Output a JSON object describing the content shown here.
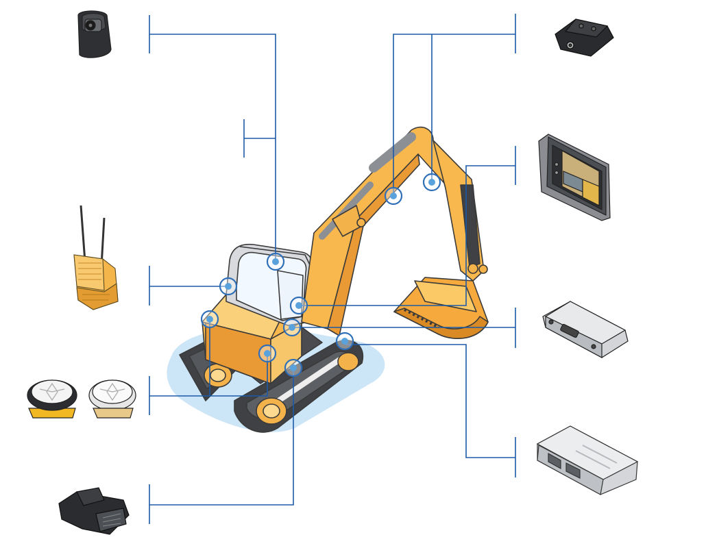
{
  "diagram": {
    "subject": "excavator",
    "colors": {
      "line": "#1b5aa8",
      "marker_ring": "#2f6fb7",
      "marker_fill": "#5aa2dc",
      "machine_body": "#f8b84e",
      "machine_shadow": "#e8952c",
      "track": "#3c3e42",
      "ground_glow": "#b9dcf4"
    },
    "components": [
      {
        "id": "camera",
        "icon": "camera-icon",
        "side": "left"
      },
      {
        "id": "radio-modem",
        "icon": "radio-modem-icon",
        "side": "left"
      },
      {
        "id": "gnss-antennas",
        "icon": "gnss-antenna-icon",
        "side": "left"
      },
      {
        "id": "connector-module",
        "icon": "connector-module-icon",
        "side": "left"
      },
      {
        "id": "sensor-module",
        "icon": "sensor-module-icon",
        "side": "right"
      },
      {
        "id": "tablet-display",
        "icon": "tablet-display-icon",
        "side": "right"
      },
      {
        "id": "gnss-receiver",
        "icon": "gnss-receiver-icon",
        "side": "right"
      },
      {
        "id": "control-unit",
        "icon": "control-unit-icon",
        "side": "right"
      }
    ]
  }
}
